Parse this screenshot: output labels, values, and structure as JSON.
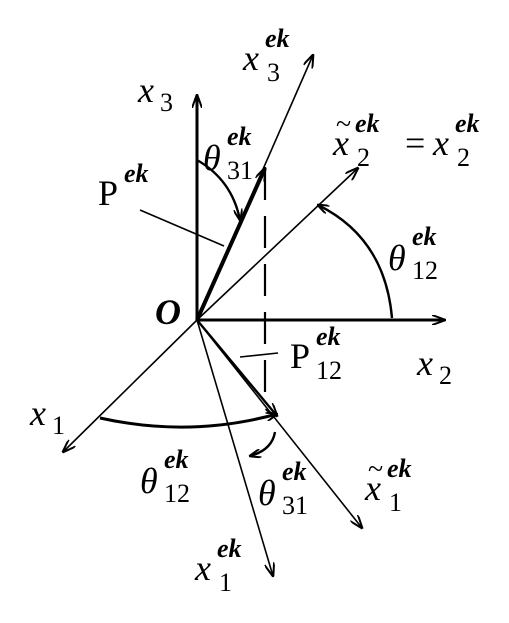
{
  "origin": "O",
  "axes": {
    "x1": {
      "base": "x",
      "sub": "1"
    },
    "x2": {
      "base": "x",
      "sub": "2"
    },
    "x3": {
      "base": "x",
      "sub": "3"
    },
    "x1ek": {
      "base": "x",
      "sup": "ek",
      "sub": "1"
    },
    "x3ek": {
      "base": "x",
      "sup": "ek",
      "sub": "3"
    },
    "x1tilde": {
      "tilde": "~",
      "base": "x",
      "sup": "ek",
      "sub": "1"
    },
    "x2eq": {
      "tilde": "~",
      "lhs_base": "x",
      "lhs_sup": "ek",
      "lhs_sub": "2",
      "equals": "=",
      "rhs_base": "x",
      "rhs_sup": "ek",
      "rhs_sub": "2"
    }
  },
  "angles": {
    "theta31_top": {
      "base": "θ",
      "sup": "ek",
      "sub": "31"
    },
    "theta12_right": {
      "base": "θ",
      "sup": "ek",
      "sub": "12"
    },
    "theta12_bottom": {
      "base": "θ",
      "sup": "ek",
      "sub": "12"
    },
    "theta31_bottom": {
      "base": "θ",
      "sup": "ek",
      "sub": "31"
    }
  },
  "points": {
    "P": {
      "base": "P",
      "sup": "ek"
    },
    "P12": {
      "base": "P",
      "sup": "ek",
      "sub": "12"
    }
  },
  "colors": {
    "ink": "#000000",
    "background": "#ffffff"
  }
}
